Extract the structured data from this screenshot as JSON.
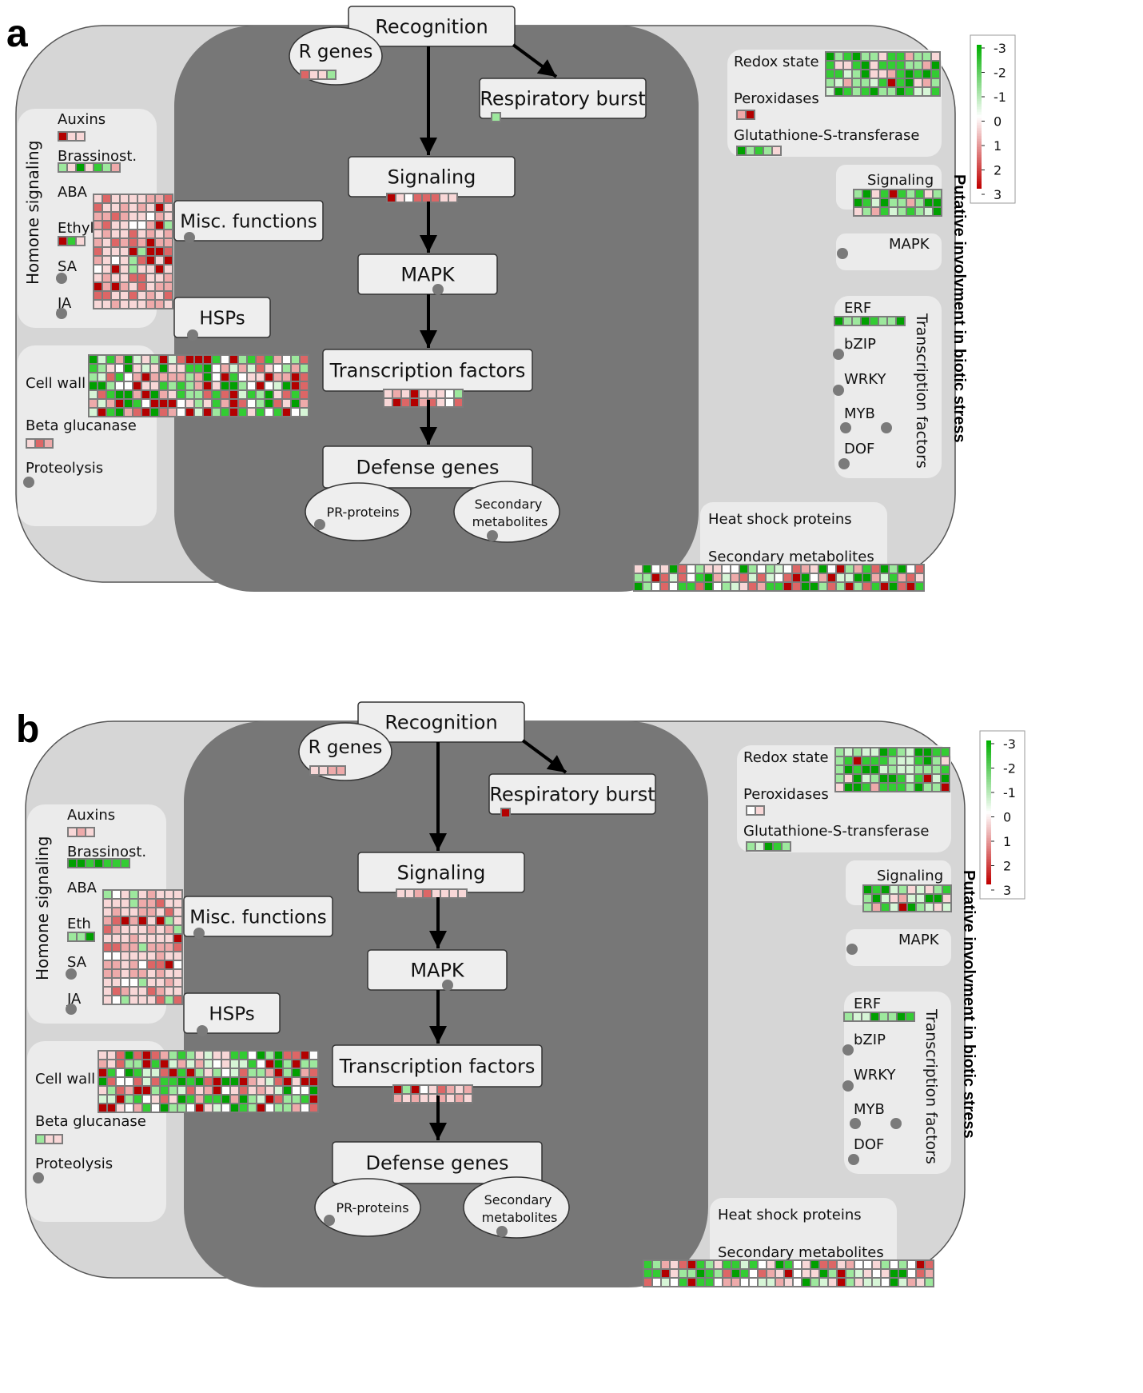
{
  "colors": {
    "outer_cell": "#d6d6d6",
    "inner_cell": "#777777",
    "sub_panel": "#ebebeb",
    "node_fill": "#eeeeee",
    "dot": "#7a7a7a",
    "scale_up_strong": "#c00000",
    "scale_up_light": "#f4c6c6",
    "scale_neutral": "#ffffff",
    "scale_down_light": "#c6f0c6",
    "scale_down_strong": "#00b000"
  },
  "panels": [
    {
      "label": "a",
      "nodes": {
        "recognition": "Recognition",
        "r_genes": "R genes",
        "respiratory_burst": "Respiratory burst",
        "signaling": "Signaling",
        "mapk": "MAPK",
        "transcription_factors": "Transcription factors",
        "defense_genes": "Defense genes",
        "pr_proteins": "PR-proteins",
        "secondary_metabolites_1": "Secondary",
        "secondary_metabolites_2": "metabolites",
        "misc_functions": "Misc. functions",
        "hsps": "HSPs"
      },
      "hormone": {
        "title": "Homone signaling",
        "auxins": "Auxins",
        "brassinost": "Brassinost.",
        "aba": "ABA",
        "ethyl": "Ethyl",
        "sa": "SA",
        "ja": "JA"
      },
      "cellwall": {
        "cell_wall": "Cell wall",
        "beta_glucanase": "Beta glucanase",
        "proteolysis": "Proteolysis"
      },
      "right": {
        "redox_state": "Redox state",
        "peroxidases": "Peroxidases",
        "gst": "Glutathione-S-transferase",
        "signaling": "Signaling",
        "mapk": "MAPK",
        "erf": "ERF",
        "bzip": "bZIP",
        "wrky": "WRKY",
        "myb": "MYB",
        "dof": "DOF",
        "tf_title": "Transcription factors",
        "heat_shock": "Heat shock proteins",
        "secondary_metabolites": "Secondary metabolites"
      },
      "side_title": "Putative involvment in biotic stress",
      "legend": [
        "-3",
        "-2",
        "-1",
        "0",
        "1",
        "2",
        "3"
      ]
    },
    {
      "label": "b",
      "nodes": {
        "recognition": "Recognition",
        "r_genes": "R genes",
        "respiratory_burst": "Respiratory burst",
        "signaling": "Signaling",
        "mapk": "MAPK",
        "transcription_factors": "Transcription factors",
        "defense_genes": "Defense genes",
        "pr_proteins": "PR-proteins",
        "secondary_metabolites_1": "Secondary",
        "secondary_metabolites_2": "metabolites",
        "misc_functions": "Misc. functions",
        "hsps": "HSPs"
      },
      "hormone": {
        "title": "Homone signaling",
        "auxins": "Auxins",
        "brassinost": "Brassinost.",
        "aba": "ABA",
        "ethyl": "Eth",
        "sa": "SA",
        "ja": "JA"
      },
      "cellwall": {
        "cell_wall": "Cell wall",
        "beta_glucanase": "Beta glucanase",
        "proteolysis": "Proteolysis"
      },
      "right": {
        "redox_state": "Redox state",
        "peroxidases": "Peroxidases",
        "gst": "Glutathione-S-transferase",
        "signaling": "Signaling",
        "mapk": "MAPK",
        "erf": "ERF",
        "bzip": "bZIP",
        "wrky": "WRKY",
        "myb": "MYB",
        "dof": "DOF",
        "tf_title": "Transcription factors",
        "heat_shock": "Heat shock proteins",
        "secondary_metabolites": "Secondary metabolites"
      },
      "side_title": "Putative involvment in biotic stress",
      "legend": [
        "-3",
        "-2",
        "-1",
        "0",
        "1",
        "2",
        "3"
      ]
    }
  ]
}
